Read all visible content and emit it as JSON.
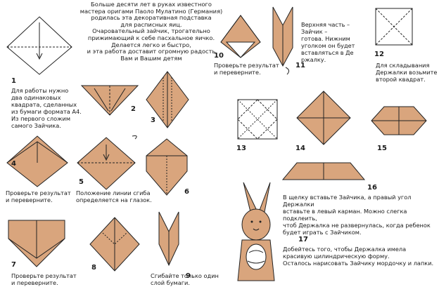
{
  "intro": "Больше десяти лет в руках известного\nмастера оригами Паоло Мулатино (Германия)\nродилась эта декоративная подставка\nдля расписных яиц.\nОчаровательный зайчик, трогательно\nприжимающий к себе пасхальное яичко.\nДелается легко и быстро,\nи эта работа доставит огромную радость\nВам и Вашим детям",
  "colors": {
    "paper": "#d9a57d",
    "line": "#222222",
    "white": "#ffffff"
  },
  "steps": [
    {
      "n": "1",
      "caption": "Для работы нужно\nдва одинаковых\nквадрата, сделанных\nиз бумаги формата А4.\nИз первого сложим\nсамого Зайчика."
    },
    {
      "n": "2",
      "caption": ""
    },
    {
      "n": "3",
      "caption": ""
    },
    {
      "n": "4",
      "caption": "Проверьте результат\nи переверните."
    },
    {
      "n": "5",
      "caption": "Положение линии сгиба\nопределяется на глазок."
    },
    {
      "n": "6",
      "caption": ""
    },
    {
      "n": "7",
      "caption": "Проверьте результат\nи переверните."
    },
    {
      "n": "8",
      "caption": ""
    },
    {
      "n": "9",
      "caption": "Сгибайте только один\nслой бумаги."
    },
    {
      "n": "10",
      "caption": "Проверьте результат\nи переверните."
    },
    {
      "n": "11",
      "caption": "Верхняя часть –\nЗайчик –\nготова. Нижним\nуголком он будет\nвставляться в Де\nржалку."
    },
    {
      "n": "12",
      "caption": "Для складывания\nДержалки возьмите\nвторой квадрат."
    },
    {
      "n": "13",
      "caption": ""
    },
    {
      "n": "14",
      "caption": ""
    },
    {
      "n": "15",
      "caption": ""
    },
    {
      "n": "16",
      "caption": "В щелку вставьте Зайчика, а правый угол Держалки\nвставьте в левый карман. Можно слегка подклеить,\nчтоб Держалка не развернулась, когда ребенок\nбудет играть с Зайчиком."
    },
    {
      "n": "17",
      "caption": "Добейтесь того, чтобы Держалка имела\nкрасивую цилиндрическую форму.\nОсталось нарисовать Зайчику мордочку и лапки."
    }
  ]
}
